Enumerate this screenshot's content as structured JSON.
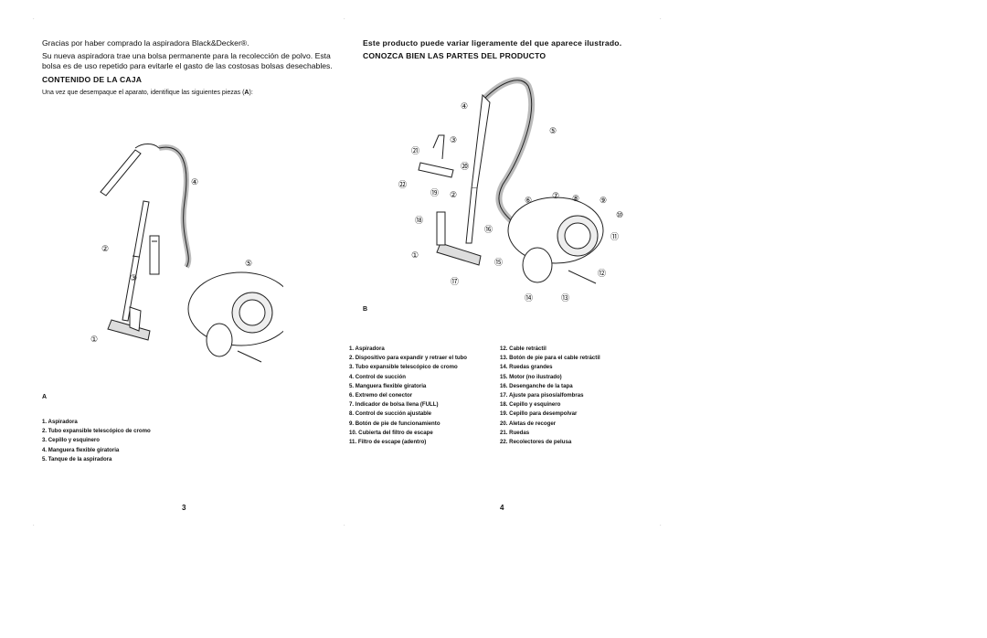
{
  "left": {
    "intro": "Gracias por haber comprado la aspiradora Black&Decker®.",
    "para": "Su nueva aspiradora trae una bolsa permanente para la recolección de polvo. Esta bolsa es de uso repetido para evitarle el gasto de las costosas bolsas desechables.",
    "heading": "CONTENIDO DE LA CAJA",
    "instruction_pre": "Una vez que desempaque el aparato, identifique las siguientes piezas (",
    "instruction_bold": "A",
    "instruction_post": "):",
    "figure_label": "A",
    "callouts": [
      "①",
      "②",
      "③",
      "④",
      "⑤"
    ],
    "parts": [
      "1.  Aspiradora",
      "2.  Tubo expansible telescópico de cromo",
      "3.  Cepillo y esquinero",
      "4.  Manguera flexible giratoria",
      "5.  Tanque de la aspiradora"
    ],
    "page_number": "3"
  },
  "right": {
    "note": "Este producto puede variar ligeramente del que aparece ilustrado.",
    "heading": "CONOZCA BIEN LAS PARTES DEL PRODUCTO",
    "figure_label": "B",
    "callouts": [
      "①",
      "②",
      "③",
      "④",
      "⑤",
      "⑥",
      "⑦",
      "⑧",
      "⑨",
      "⑩",
      "⑪",
      "⑫",
      "⑬",
      "⑭",
      "⑮",
      "⑯",
      "⑰",
      "⑱",
      "⑲",
      "⑳",
      "㉑",
      "㉒"
    ],
    "parts_col1": [
      "1.  Aspiradora",
      "2.  Dispositivo para expandir y retraer el tubo",
      "3.  Tubo expansible telescópico de cromo",
      "4.  Control de succión",
      "5.  Manguera flexible giratoria",
      "6.  Extremo del conector",
      "7.  Indicador de bolsa llena (FULL)",
      "8.  Control de succión ajustable",
      "9.  Botón de pie de funcionamiento",
      "10.  Cubierta del filtro de escape",
      "11.  Filtro de escape (adentro)"
    ],
    "parts_col2": [
      "12.  Cable retráctil",
      "13.  Botón de pie para el cable retráctil",
      "14.  Ruedas grandes",
      "15.  Motor (no ilustrado)",
      "16.  Desenganche de la tapa",
      "17.  Ajuste para pisos/alfombras",
      "18.  Cepillo y esquinero",
      "19.  Cepillo para desempolvar",
      "20.  Aletas de recoger",
      "21.  Ruedas",
      "22.  Recolectores de pelusa"
    ],
    "page_number": "4"
  },
  "colors": {
    "ink": "#111111",
    "line": "#222222",
    "grey": "#9a9a9a"
  }
}
